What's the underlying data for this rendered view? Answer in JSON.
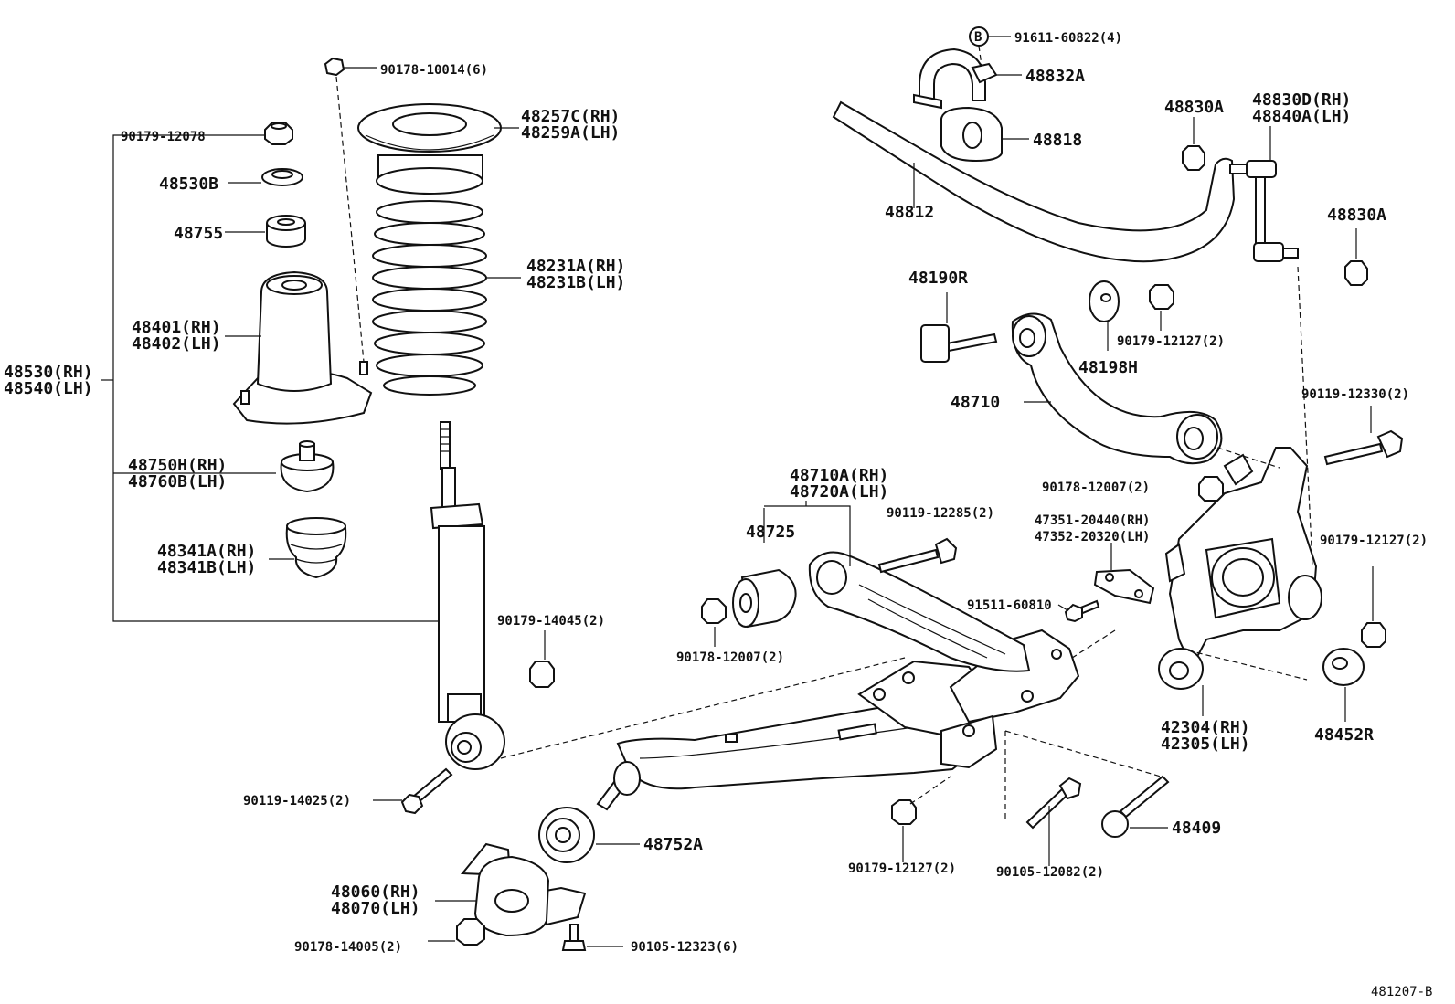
{
  "diagram": {
    "ref_code": "481207-B",
    "labels": {
      "l_90178_10014": "90178-10014(6)",
      "l_90179_12078": "90179-12078",
      "l_48530B": "48530B",
      "l_48755": "48755",
      "l_48401": "48401(RH)",
      "l_48402": "48402(LH)",
      "l_48530": "48530(RH)",
      "l_48540": "48540(LH)",
      "l_48750H": "48750H(RH)",
      "l_48760B": "48760B(LH)",
      "l_48341A": "48341A(RH)",
      "l_48341B": "48341B(LH)",
      "l_48257C": "48257C(RH)",
      "l_48259A": "48259A(LH)",
      "l_48231A": "48231A(RH)",
      "l_48231B": "48231B(LH)",
      "l_90179_14045": "90179-14045(2)",
      "l_90119_14025": "90119-14025(2)",
      "l_48060": "48060(RH)",
      "l_48070": "48070(LH)",
      "l_90178_14005": "90178-14005(2)",
      "l_90105_12323": "90105-12323(6)",
      "l_48752A": "48752A",
      "l_B_mark": "B",
      "l_91611": "91611-60822(4)",
      "l_48832A": "48832A",
      "l_48818": "48818",
      "l_48812": "48812",
      "l_48830A_top": "48830A",
      "l_48830D": "48830D(RH)",
      "l_48840A": "48840A(LH)",
      "l_48830A_right": "48830A",
      "l_48190R": "48190R",
      "l_48198H": "48198H",
      "l_90179_12127_a": "90179-12127(2)",
      "l_48710": "48710",
      "l_90119_12330": "90119-12330(2)",
      "l_48710A": "48710A(RH)",
      "l_48720A": "48720A(LH)",
      "l_90178_12007_a": "90178-12007(2)",
      "l_90119_12285": "90119-12285(2)",
      "l_47351": "47351-20440(RH)",
      "l_47352": "47352-20320(LH)",
      "l_48725": "48725",
      "l_90179_12127_b": "90179-12127(2)",
      "l_91511": "91511-60810",
      "l_90178_12007_b": "90178-12007(2)",
      "l_42304": "42304(RH)",
      "l_42305": "42305(LH)",
      "l_48452R": "48452R",
      "l_48409": "48409",
      "l_90179_12127_c": "90179-12127(2)",
      "l_90105_12082": "90105-12082(2)"
    }
  }
}
